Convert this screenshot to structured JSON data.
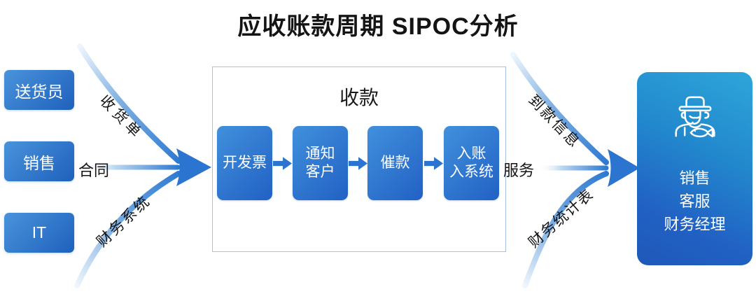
{
  "title": "应收账款周期 SIPOC分析",
  "suppliers": [
    {
      "label": "送货员"
    },
    {
      "label": "销售"
    },
    {
      "label": "IT"
    }
  ],
  "inputs": {
    "top_label": "收货单",
    "middle_label": "合同",
    "bottom_label": "财务系统"
  },
  "process": {
    "title": "收款",
    "steps": [
      {
        "label": "开发票"
      },
      {
        "label": "通知\n客户"
      },
      {
        "label": "催款"
      },
      {
        "label": "入账\n入系统"
      }
    ]
  },
  "outputs": {
    "top_label": "到款信息",
    "middle_label": "服务",
    "bottom_label": "财务统计表"
  },
  "customer": {
    "icon": "fisherman-icon",
    "roles": "销售\n客服\n财务经理"
  },
  "colors": {
    "accent_blue": "#2e7ad2",
    "box_gradient_start": "#4a93db",
    "box_gradient_end": "#1e61bd",
    "arrow_blue": "#2b74d0",
    "process_border": "#a3c2e5",
    "customer_teal": "#2ea6da",
    "customer_deep_blue": "#1f58b8",
    "text_dark": "#141414",
    "text_on_blue": "#ffffff"
  }
}
